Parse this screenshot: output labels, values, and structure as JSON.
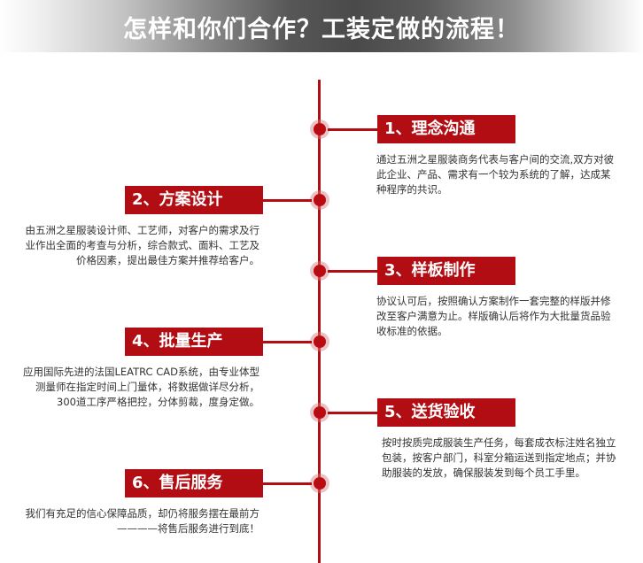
{
  "header": {
    "title": "怎样和你们合作？工装定做的流程！"
  },
  "colors": {
    "accent": "#b30d14",
    "node_halo": "#e6b5b7",
    "text": "#333333",
    "header_dark": "#4a4a4a"
  },
  "steps": [
    {
      "title": "1、理念沟通",
      "side": "right",
      "description": "通过五洲之星服装商务代表与客户间的交流,双方对彼此企业、产品、需求有一个较为系统的了解，达成某种程序的共识。"
    },
    {
      "title": "2、方案设计",
      "side": "left",
      "description": "由五洲之星服装设计师、工艺师，对客户的需求及行业作出全面的考查与分析，综合款式、面料、工艺及价格因素，提出最佳方案并推荐给客户。"
    },
    {
      "title": "3、样板制作",
      "side": "right",
      "description": "协议认可后，按照确认方案制作一套完整的样版并修改至客户满意为止。样版确认后将作为大批量货品验收标准的依据。"
    },
    {
      "title": "4、批量生产",
      "side": "left",
      "description": "应用国际先进的法国LEATRC CAD系统，由专业体型测量师在指定时间上门量体，将数据做详尽分析，300道工序严格把控，分体剪裁，度身定做。"
    },
    {
      "title": "5、送货验收",
      "side": "right",
      "description": "按时按质完成服装生产任务，每套成衣标注姓名独立包装，按客户部门，科室分箱运送到指定地点；并协助服装的发放，确保服装发到每个员工手里。"
    },
    {
      "title": "6、售后服务",
      "side": "left",
      "description": "我们有充足的信心保障品质，却仍将服务摆在最前方————将售后服务进行到底！"
    }
  ]
}
